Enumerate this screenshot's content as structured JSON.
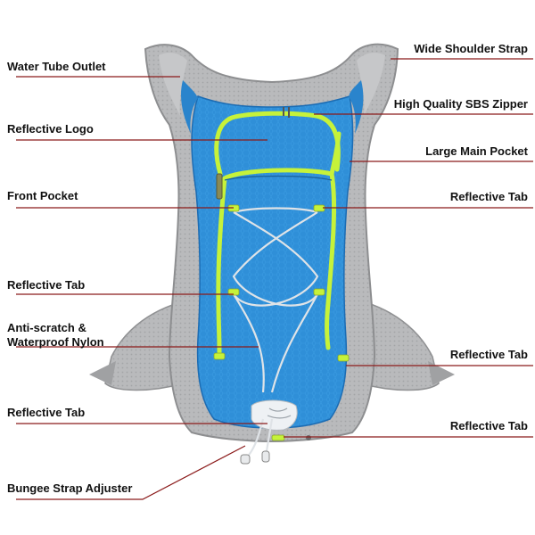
{
  "colors": {
    "leader_line": "#8b1a1a",
    "nylon_blue": "#2f8fd8",
    "nylon_blue_dark": "#1c6cb3",
    "mesh_gray": "#b5b6b8",
    "mesh_gray_dark": "#8f9092",
    "reflective_green": "#c6f23a",
    "cord": "#d9dde2"
  },
  "labels": {
    "water_tube_outlet": "Water Tube Outlet",
    "reflective_logo": "Reflective Logo",
    "front_pocket": "Front Pocket",
    "reflective_tab_left_mid": "Reflective Tab",
    "anti_scratch_line1": "Anti-scratch &",
    "anti_scratch_line2": "Waterproof Nylon",
    "reflective_tab_left_low": "Reflective Tab",
    "bungee_strap_adjuster": "Bungee Strap Adjuster",
    "wide_shoulder_strap": "Wide Shoulder Strap",
    "sbs_zipper": "High Quality SBS Zipper",
    "large_main_pocket": "Large Main Pocket",
    "reflective_tab_right_1": "Reflective Tab",
    "reflective_tab_right_2": "Reflective Tab",
    "reflective_tab_right_3": "Reflective Tab"
  }
}
